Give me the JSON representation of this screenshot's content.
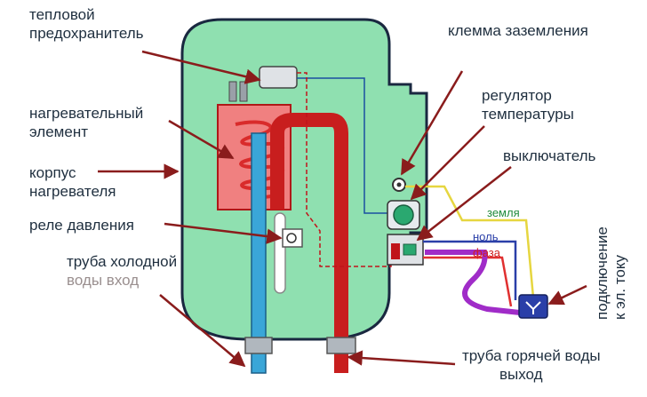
{
  "labels": {
    "thermal_fuse": [
      "тепловой",
      "предохранитель"
    ],
    "heating_element": [
      "нагревательный",
      "элемент"
    ],
    "heater_body": [
      "корпус",
      "нагревателя"
    ],
    "pressure_relay": "реле давления",
    "cold_pipe": [
      "труба холодной",
      "воды вход"
    ],
    "ground_terminal": "клемма заземления",
    "thermostat": [
      "регулятор",
      "температуры"
    ],
    "switch": "выключатель",
    "hot_pipe": [
      "труба горячей воды",
      "выход"
    ],
    "power_connection": [
      "подключение",
      "к эл. току"
    ]
  },
  "wire_labels": {
    "earth": "земля",
    "neutral": "ноль",
    "phase": "фаза"
  },
  "colors": {
    "body": "#8fe0b0",
    "outline": "#1a2840",
    "heater": "#d92b2b",
    "cold_pipe": "#3aa6d8",
    "hot_pipe": "#c81e1e",
    "earth_wire": "#e6d640",
    "neutral_wire": "#2a3fa8",
    "phase_wire": "#e03030",
    "plug_cable": "#a02cc8",
    "arrow": "#8a1c1c"
  }
}
